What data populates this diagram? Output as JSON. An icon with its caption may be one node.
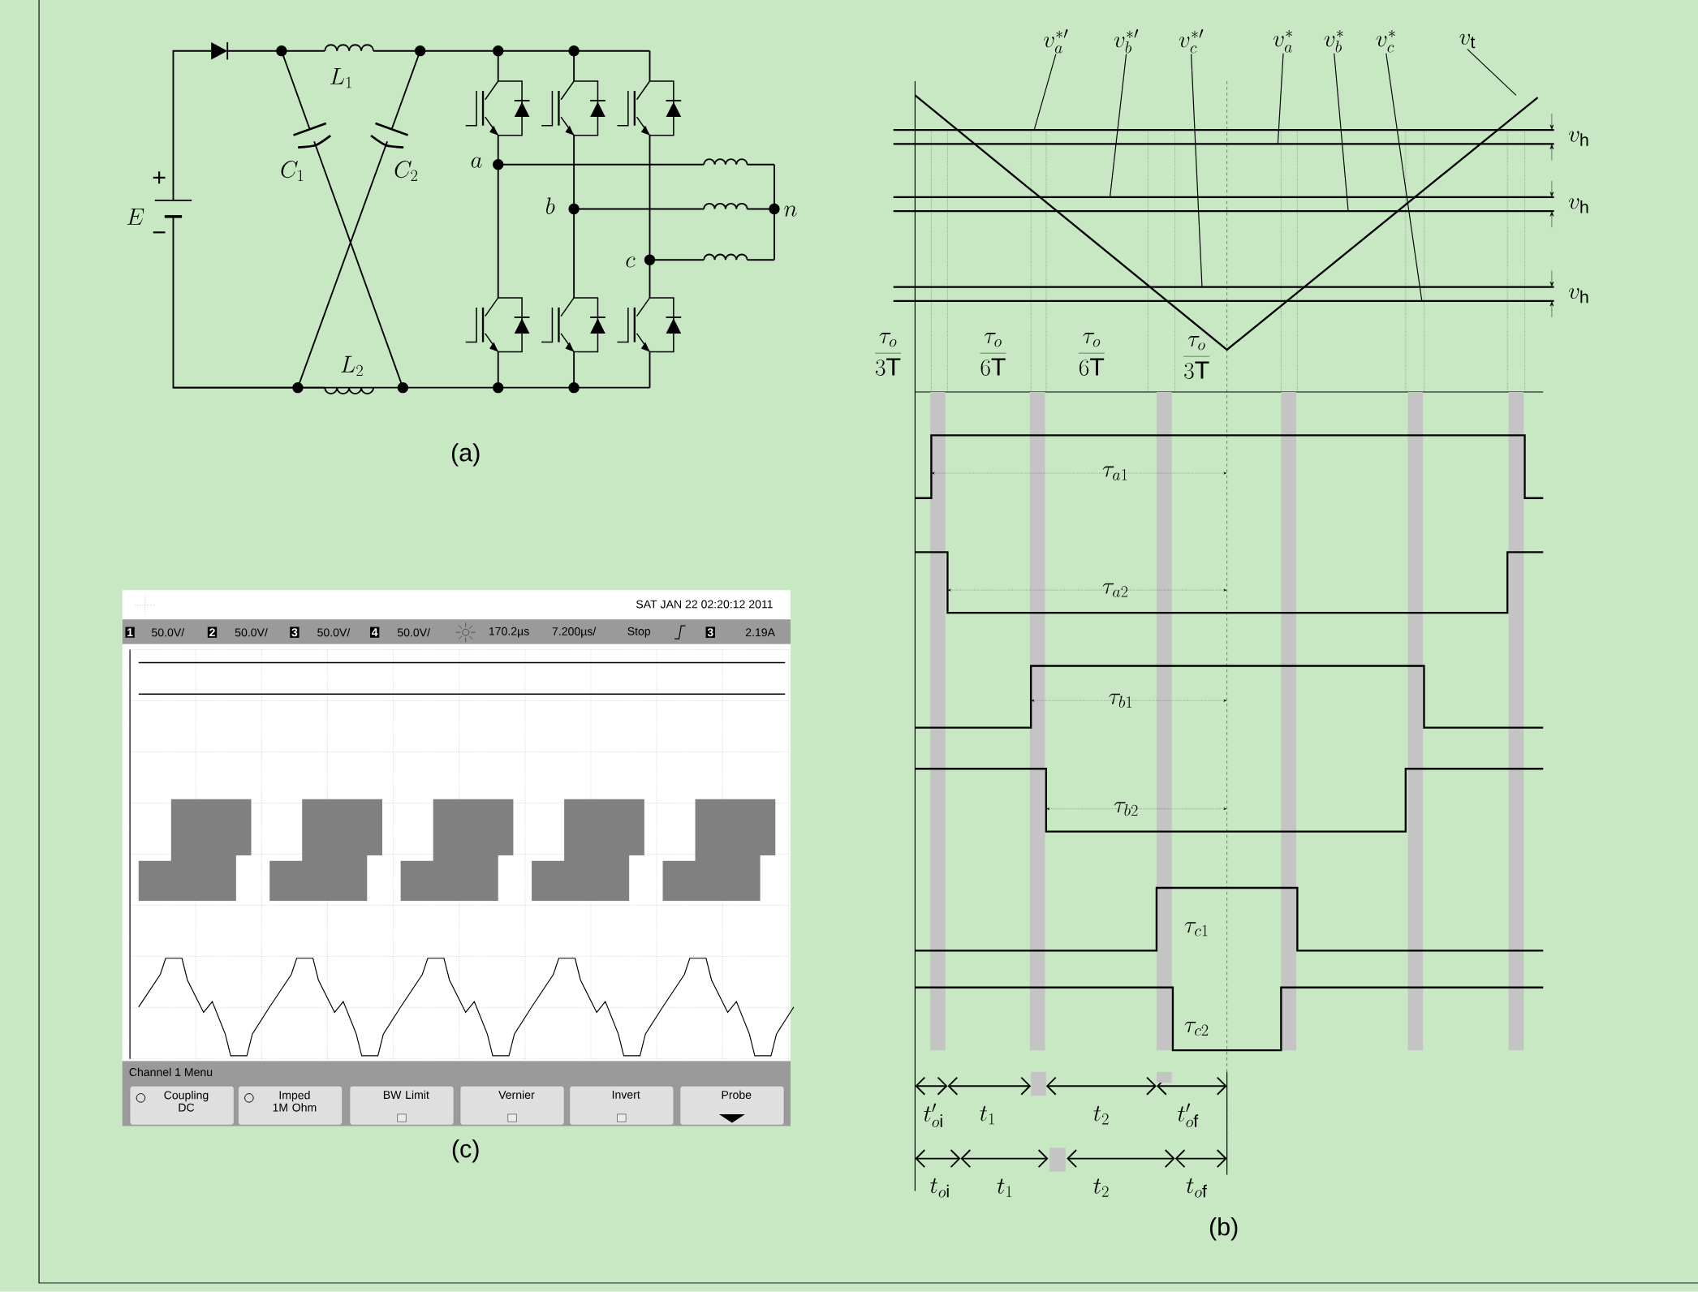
{
  "diagram": {
    "nodes": [
      {
        "text": [
          "v_a^{*\\prime}"
        ]
      },
      {
        "text": [
          "v_b^{*\\prime}"
        ]
      },
      {
        "text": [
          "v_c^{*\\prime}"
        ]
      },
      {
        "text": [
          "v_a^{*}"
        ]
      },
      {
        "text": [
          "v_b^{*}"
        ]
      },
      {
        "text": [
          "v_c^{*}"
        ]
      },
      {
        "text": [
          "v_\\mathrm{t}"
        ]
      }
    ],
    "edges": [
      {
        "from": 0,
        "to": null,
        "arrow": "none"
      },
      {
        "from": 1,
        "to": null,
        "arrow": "none"
      },
      {
        "from": 2,
        "to": null,
        "arrow": "none"
      },
      {
        "from": 3,
        "to": null,
        "arrow": "none"
      },
      {
        "from": 4,
        "to": null,
        "arrow": "none"
      },
      {
        "from": 5,
        "to": null,
        "arrow": "none"
      },
      {
        "from": 6,
        "to": null,
        "arrow": "none"
      }
    ],
    "labels": [
      "L_1",
      "+",
      "C_1",
      "C_2",
      "a",
      "E",
      "−",
      "b",
      "n",
      "c",
      "L_2",
      "(a)",
      "v_\\mathrm{h}",
      "v_\\mathrm{h}",
      "v_\\mathrm{h}",
      "\\frac{\\tau_o}{3\\mathrm{T}}",
      "\\frac{\\tau_o}{6\\mathrm{T}}",
      "\\frac{\\tau_o}{6\\mathrm{T}}",
      "\\frac{\\tau_o}{3\\mathrm{T}}",
      "\\tau_{a1}",
      "\\tau_{a2}",
      "\\tau_{b1}",
      "\\tau_{b2}",
      "\\tau_{c1}",
      "\\tau_{c2}",
      "t'_{o\\mathrm{i}}",
      "t_1",
      "t_2",
      "t'_{o\\mathrm{f}}",
      "t_{o\\mathrm{i}}",
      "t_1",
      "t_2",
      "t_{o\\mathrm{f}}",
      "(b)",
      "SAT JAN 22 02:20:12 2011",
      "1",
      "50.0V/",
      "2",
      "50.0V/",
      "3",
      "50.0V/",
      "4",
      "50.0V/",
      "170.2µs",
      "7.200µs/",
      "Stop",
      "3",
      "2.19A",
      "Channel 1 Menu",
      "Coupling DC",
      "Imped 1M Ohm",
      "BW Limit",
      "Vernier",
      "Invert",
      "Probe",
      "(c)"
    ]
  }
}
